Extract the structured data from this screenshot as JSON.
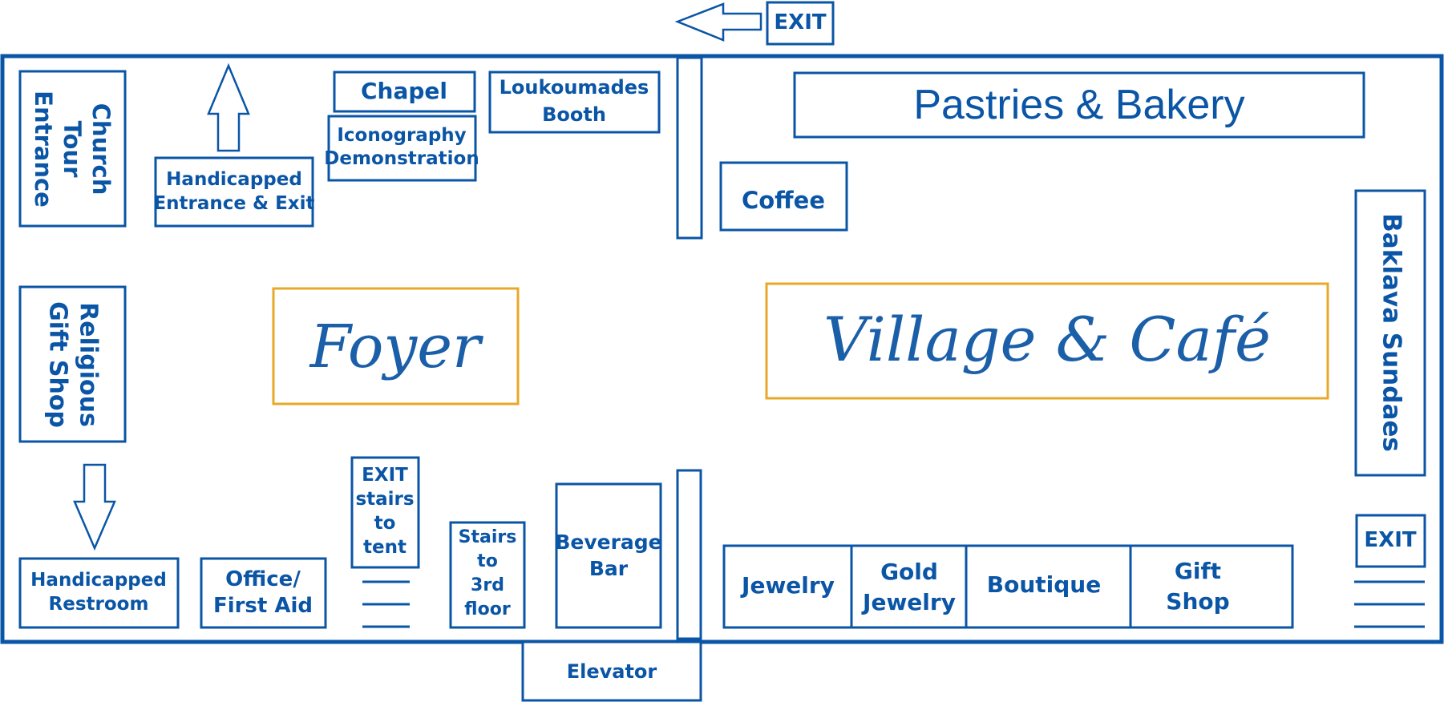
{
  "map": {
    "exit_top": "EXIT",
    "exit_right": "EXIT",
    "church_tour": [
      "Church",
      "Tour",
      "Entrance"
    ],
    "handicapped_entrance": [
      "Handicapped",
      "Entrance & Exit"
    ],
    "chapel": "Chapel",
    "iconography": [
      "Iconography",
      "Demonstration"
    ],
    "loukoumades": [
      "Loukoumades",
      "Booth"
    ],
    "pastries": "Pastries & Bakery",
    "coffee": "Coffee",
    "religious_gift_shop": [
      "Religious",
      "Gift Shop"
    ],
    "foyer": "Foyer",
    "village_cafe": "Village & Café",
    "baklava_sundaes": "Baklava Sundaes",
    "exit_stairs_tent": [
      "EXIT",
      "stairs",
      "to",
      "tent"
    ],
    "stairs_3rd_floor": [
      "Stairs",
      "to",
      "3rd",
      "floor"
    ],
    "beverage_bar": [
      "Beverage",
      "Bar"
    ],
    "jewelry": "Jewelry",
    "gold_jewelry": [
      "Gold",
      "Jewelry"
    ],
    "boutique": "Boutique",
    "gift_shop": [
      "Gift",
      "Shop"
    ],
    "handicapped_restroom": [
      "Handicapped",
      "Restroom"
    ],
    "office_first_aid": [
      "Office/",
      "First Aid"
    ],
    "elevator": "Elevator"
  }
}
